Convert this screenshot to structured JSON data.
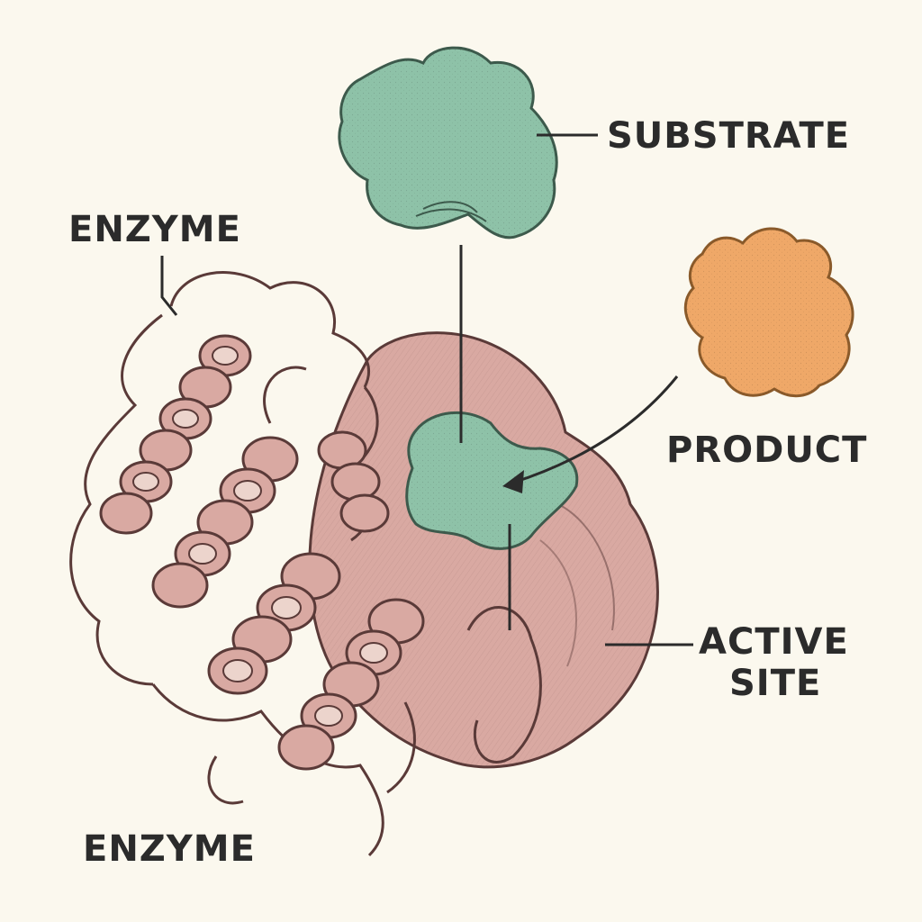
{
  "labels": {
    "substrate": "SUBSTRATE",
    "enzyme_top": "ENZYME",
    "product": "PRODUCT",
    "active_site_line1": "ACTIVE",
    "active_site_line2": "SITE",
    "enzyme_bottom": "ENZYME"
  },
  "colors": {
    "background": "#fbf8ee",
    "substrate": "#8ec2a8",
    "product": "#efa868",
    "enzyme": "#d9a9a2",
    "outline": "#5a3a38",
    "label": "#2b2b2b"
  }
}
